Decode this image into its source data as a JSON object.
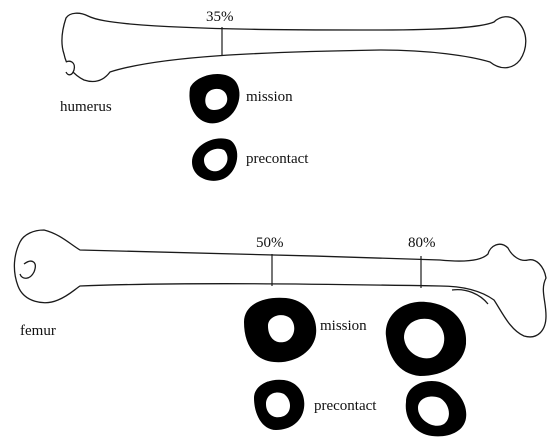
{
  "humerus": {
    "bone_label": "humerus",
    "markers": [
      {
        "label": "35%"
      }
    ],
    "sections": [
      {
        "label": "mission",
        "cortex": "thick"
      },
      {
        "label": "precontact",
        "cortex": "thinner"
      }
    ]
  },
  "femur": {
    "bone_label": "femur",
    "markers": [
      {
        "label": "50%"
      },
      {
        "label": "80%"
      }
    ],
    "row_labels": {
      "mission": "mission",
      "precontact": "precontact"
    }
  },
  "colors": {
    "cross_section": "#000000",
    "outline": "#1a1a1a",
    "background": "#ffffff"
  }
}
